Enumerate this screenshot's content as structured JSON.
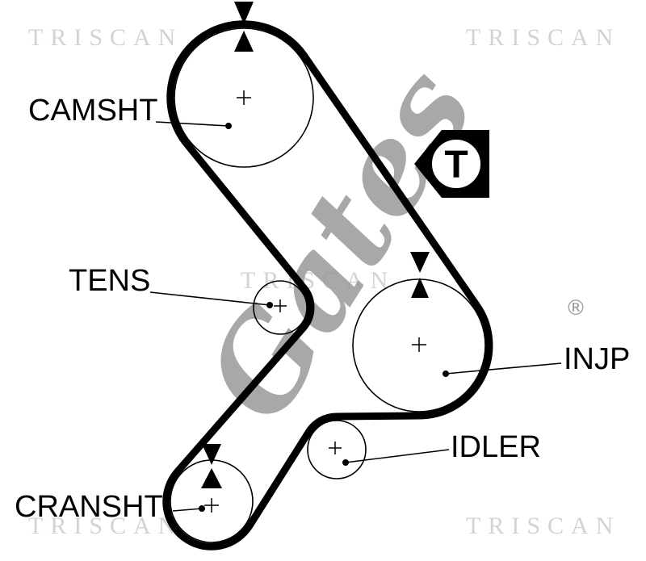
{
  "diagram": {
    "title_hint": "timing-belt-routing-diagram",
    "labels": {
      "camshaft": "CAMSHT",
      "tensioner": "TENS",
      "injection_pump": "INJP",
      "idler": "IDLER",
      "crankshaft": "CRANSHT"
    },
    "badge": {
      "letter": "T"
    },
    "watermark": {
      "brand": "TRISCAN",
      "logo": "Gates",
      "registered": "®"
    },
    "colors": {
      "line": "#000000",
      "watermark_light": "#d3d3d3",
      "watermark_gray": "#9a9a9a"
    }
  }
}
